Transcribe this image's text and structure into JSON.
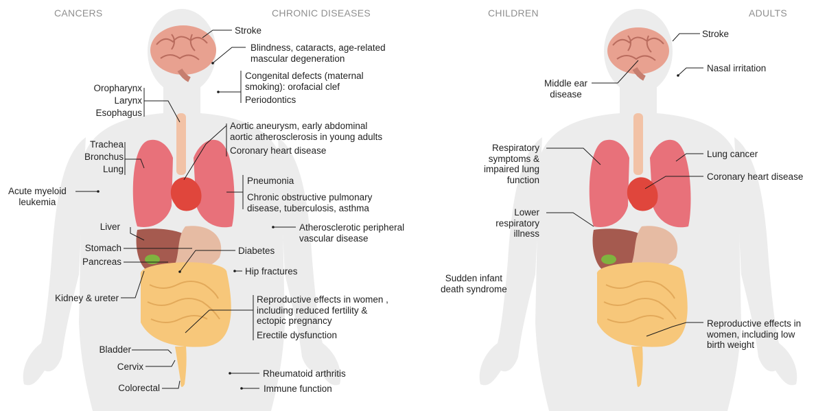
{
  "headers": {
    "cancers": "CANCERS",
    "chronic": "CHRONIC DISEASES",
    "children": "CHILDREN",
    "adults": "ADULTS"
  },
  "left": {
    "cancers": {
      "oropharynx": "Oropharynx",
      "larynx": "Larynx",
      "esophagus": "Esophagus",
      "trachea": "Trachea",
      "bronchus": "Bronchus",
      "lung": "Lung",
      "aml": "Acute myeloid\nleukemia",
      "liver": "Liver",
      "stomach": "Stomach",
      "pancreas": "Pancreas",
      "kidney": "Kidney & ureter",
      "bladder": "Bladder",
      "cervix": "Cervix",
      "colorectal": "Colorectal"
    },
    "chronic": {
      "stroke": "Stroke",
      "blindness": "Blindness, cataracts, age-related\nmascular degeneration",
      "congenital": "Congenital defects (maternal\nsmoking): orofacial clef",
      "periodontics": "Periodontics",
      "aortic": "Aortic aneurysm, early abdominal\naortic atherosclerosis in young adults",
      "coronary": "Coronary heart disease",
      "pneumonia": "Pneumonia",
      "copd": "Chronic obstructive pulmonary\ndisease, tuberculosis, asthma",
      "athero": "Atherosclerotic peripheral\nvascular disease",
      "diabetes": "Diabetes",
      "hip": "Hip fractures",
      "reproductive": "Reproductive effects in women ,\nincluding reduced fertility &\nectopic pregnancy",
      "erectile": "Erectile dysfunction",
      "rheumatoid": "Rheumatoid arthritis",
      "immune": "Immune function"
    }
  },
  "right": {
    "children": {
      "middle_ear": "Middle ear\ndisease",
      "respiratory": "Respiratory\nsymptoms &\nimpaired lung\nfunction",
      "lower_resp": "Lower\nrespiratory\nillness",
      "sids": "Sudden infant\ndeath syndrome"
    },
    "adults": {
      "stroke": "Stroke",
      "nasal": "Nasal irritation",
      "lung_cancer": "Lung cancer",
      "coronary": "Coronary heart disease",
      "reproductive": "Reproductive effects in\nwomen, including low\nbirth weight"
    }
  },
  "colors": {
    "silhouette": "#ececec",
    "brain": "#e8a190",
    "lung": "#e8717a",
    "heart": "#e0463c",
    "liver": "#a55a4f",
    "stomach": "#e6bba3",
    "intestine": "#f7c77a",
    "gallbladder": "#7fb33f",
    "trachea": "#f2c2a6"
  }
}
